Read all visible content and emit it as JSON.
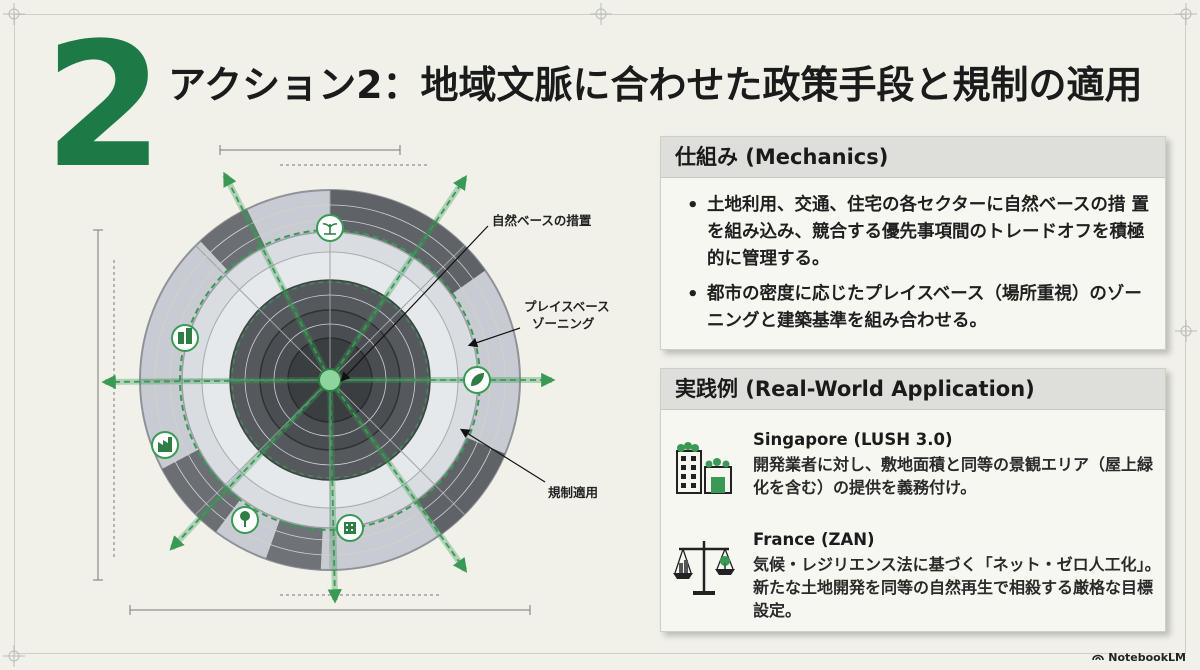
{
  "slide": {
    "number": "2",
    "title": "アクション2：地域文脈に合わせた政策手段と規制の適用"
  },
  "diagram": {
    "callouts": {
      "nbs": "自然ベースの措置",
      "zoning_line1": "プレイスベース",
      "zoning_line2": "ゾーニング",
      "regulation": "規制適用"
    },
    "accent_color": "#3a9a55",
    "icons": [
      "plant-icon",
      "buildings-icon",
      "leaf-icon",
      "factory-icon",
      "tree-icon",
      "building-icon"
    ]
  },
  "mechanics": {
    "heading": "仕組み (Mechanics)",
    "bullets": [
      "土地利用、交通、住宅の各セクターに自然ベースの措 置を組み込み、競合する優先事項間のトレードオフを積極的に管理する。",
      "都市の密度に応じたプレイスベース（場所重視）のゾーニングと建築基準を組み合わせる。"
    ]
  },
  "practice": {
    "heading": "実践例 (Real-World Application)",
    "examples": [
      {
        "title": "Singapore (LUSH 3.0)",
        "body": "開発業者に対し、敷地面積と同等の景観エリア（屋上緑化を含む）の提供を義務付け。",
        "icon": "green-building-icon"
      },
      {
        "title": "France (ZAN)",
        "body": "気候・レジリエンス法に基づく「ネット・ゼロ人工化」。新たな土地開発を同等の自然再生で相殺する厳格な目標設定。",
        "icon": "balance-scale-icon"
      }
    ]
  },
  "branding": {
    "logo_text": "NotebookLM"
  },
  "colors": {
    "brand_green": "#1d7a46",
    "background": "#f1f1ea"
  }
}
